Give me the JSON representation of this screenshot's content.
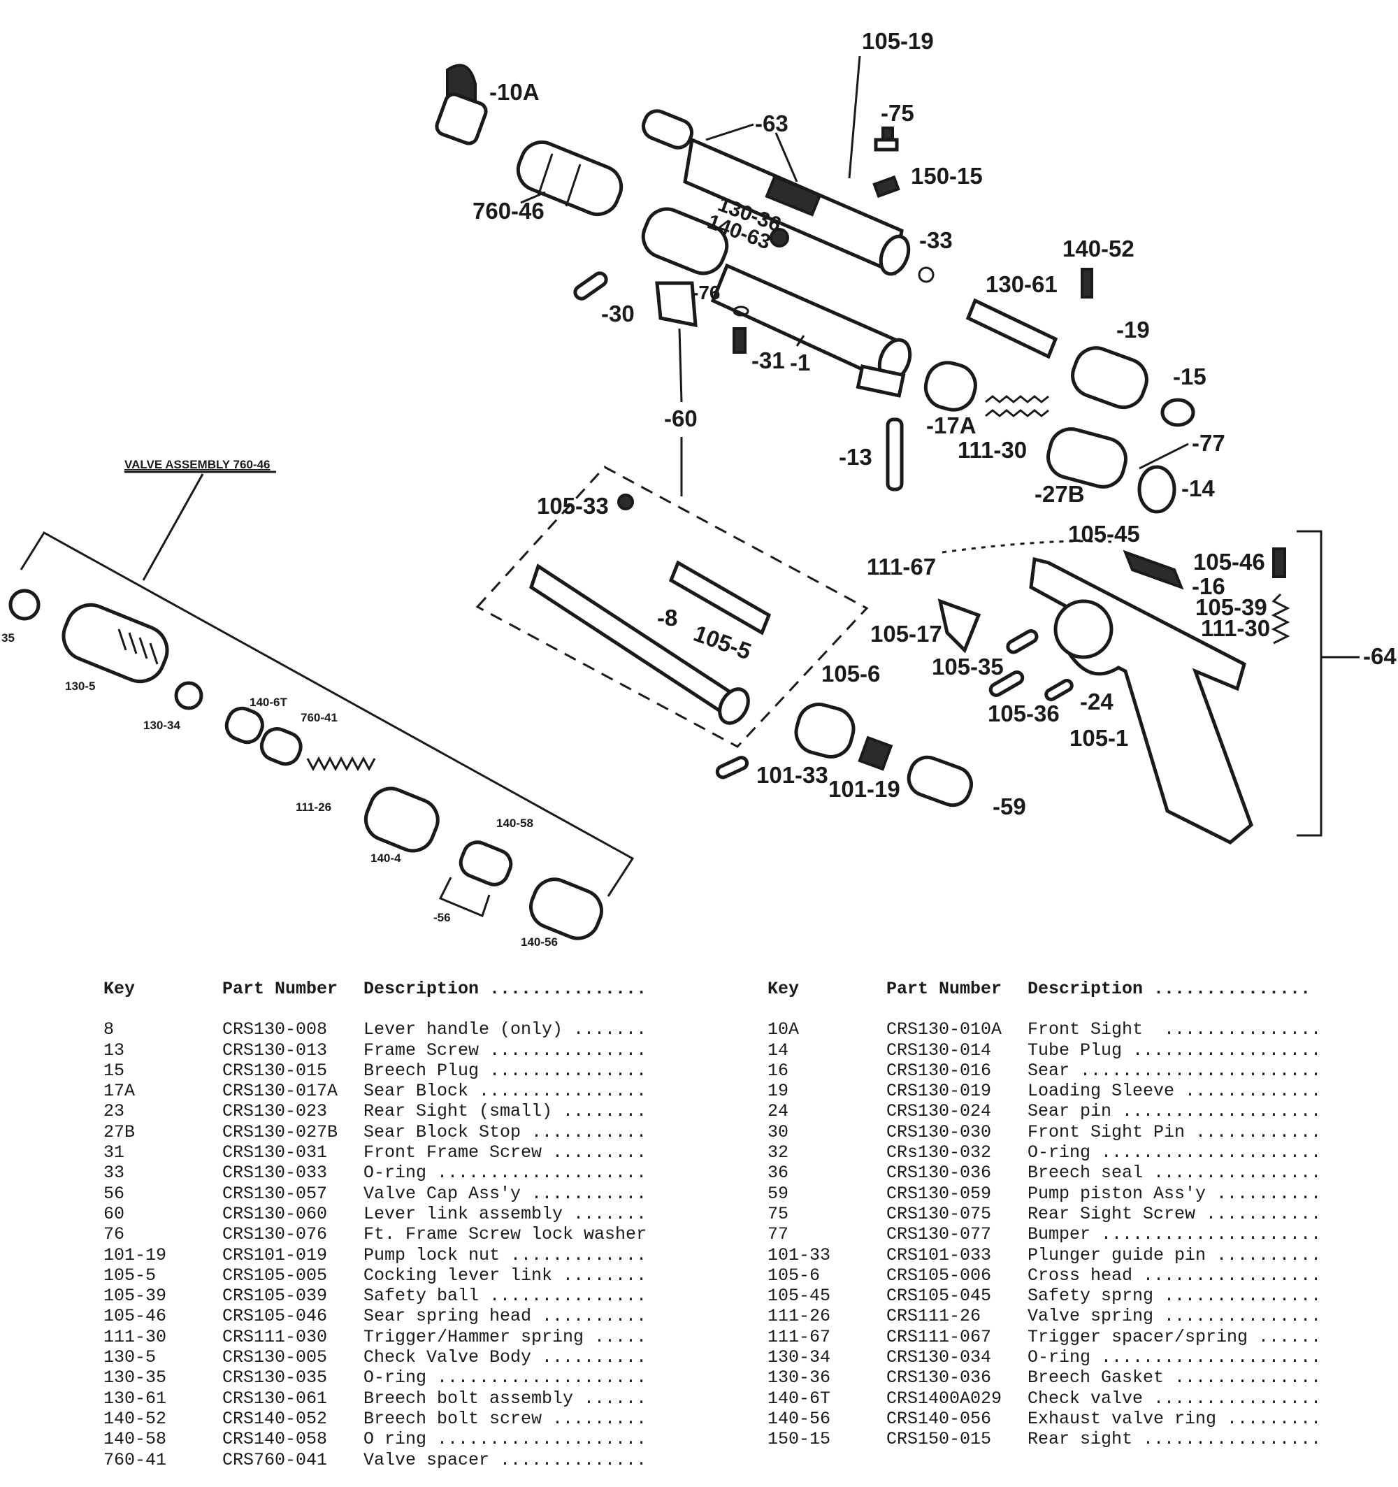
{
  "diagram": {
    "valve_assembly_title": "VALVE ASSEMBLY 760-46",
    "callouts": {
      "c105_19": "105-19",
      "c10A": "-10A",
      "c63": "-63",
      "c75": "-75",
      "c150_15": "150-15",
      "c760_46": "760-46",
      "c130_36": "130-36",
      "c140_63": "140-63",
      "c33": "-33",
      "c140_52": "140-52",
      "c130_61": "130-61",
      "c76": "-76",
      "c30": "-30",
      "c31": "-31",
      "c1": "-1",
      "c19": "-19",
      "c15": "-15",
      "c60": "-60",
      "c17A": "-17A",
      "c111_30a": "111-30",
      "c77": "-77",
      "c13": "-13",
      "c27B": "-27B",
      "c14": "-14",
      "c105_33": "105-33",
      "c105_45": "105-45",
      "c105_46": "105-46",
      "c111_67": "111-67",
      "c16": "-16",
      "c105_39": "105-39",
      "c8": "-8",
      "c105_5": "105-5",
      "c105_17": "105-17",
      "c111_30b": "111-30",
      "c64": "-64",
      "c105_35": "105-35",
      "c105_6": "105-6",
      "c105_36": "105-36",
      "c24": "-24",
      "c105_1": "105-1",
      "c101_33": "101-33",
      "c101_19": "101-19",
      "c59": "-59",
      "c35": "35",
      "c130_5": "130-5",
      "c130_34": "130-34",
      "c140_6T": "140-6T",
      "c760_41": "760-41",
      "c111_26": "111-26",
      "c140_4": "140-4",
      "c140_58": "140-58",
      "c56": "-56",
      "c140_56": "140-56"
    }
  },
  "parts_table": {
    "headers": {
      "key": "Key",
      "part_number": "Part Number",
      "description": "Description ..............."
    },
    "headers_right": {
      "key": "Key",
      "part_number": "Part Number",
      "description": "Description ..............."
    },
    "left": [
      {
        "key": "8",
        "part_number": "CRS130-008",
        "description": "Lever handle (only) ......."
      },
      {
        "key": "13",
        "part_number": "CRS130-013",
        "description": "Frame Screw ..............."
      },
      {
        "key": "15",
        "part_number": "CRS130-015",
        "description": "Breech Plug ..............."
      },
      {
        "key": "17A",
        "part_number": "CRS130-017A",
        "description": "Sear Block ................"
      },
      {
        "key": "23",
        "part_number": "CRS130-023",
        "description": "Rear Sight (small) ........"
      },
      {
        "key": "27B",
        "part_number": "CRS130-027B",
        "description": "Sear Block Stop ..........."
      },
      {
        "key": "31",
        "part_number": "CRS130-031",
        "description": "Front Frame Screw ........."
      },
      {
        "key": "33",
        "part_number": "CRS130-033",
        "description": "O-ring ...................."
      },
      {
        "key": "56",
        "part_number": "CRS130-057",
        "description": "Valve Cap Ass'y ..........."
      },
      {
        "key": "60",
        "part_number": "CRS130-060",
        "description": "Lever link assembly ......."
      },
      {
        "key": "76",
        "part_number": "CRS130-076",
        "description": "Ft. Frame Screw lock washer"
      },
      {
        "key": "101-19",
        "part_number": "CRS101-019",
        "description": "Pump lock nut ............."
      },
      {
        "key": "105-5",
        "part_number": "CRS105-005",
        "description": "Cocking lever link ........"
      },
      {
        "key": "105-39",
        "part_number": "CRS105-039",
        "description": "Safety ball ..............."
      },
      {
        "key": "105-46",
        "part_number": "CRS105-046",
        "description": "Sear spring head .........."
      },
      {
        "key": "111-30",
        "part_number": "CRS111-030",
        "description": "Trigger/Hammer spring ....."
      },
      {
        "key": "130-5",
        "part_number": "CRS130-005",
        "description": "Check Valve Body .........."
      },
      {
        "key": "130-35",
        "part_number": "CRS130-035",
        "description": "O-ring ...................."
      },
      {
        "key": "130-61",
        "part_number": "CRS130-061",
        "description": "Breech bolt assembly ......"
      },
      {
        "key": "140-52",
        "part_number": "CRS140-052",
        "description": "Breech bolt screw ........."
      },
      {
        "key": "140-58",
        "part_number": "CRS140-058",
        "description": "O ring ...................."
      },
      {
        "key": "760-41",
        "part_number": "CRS760-041",
        "description": "Valve spacer .............."
      }
    ],
    "right": [
      {
        "key": "10A",
        "part_number": "CRS130-010A",
        "description": "Front Sight  ..............."
      },
      {
        "key": "14",
        "part_number": "CRS130-014",
        "description": "Tube Plug .................."
      },
      {
        "key": "16",
        "part_number": "CRS130-016",
        "description": "Sear ......................."
      },
      {
        "key": "19",
        "part_number": "CRS130-019",
        "description": "Loading Sleeve ............."
      },
      {
        "key": "24",
        "part_number": "CRS130-024",
        "description": "Sear pin ..................."
      },
      {
        "key": "30",
        "part_number": "CRS130-030",
        "description": "Front Sight Pin ............"
      },
      {
        "key": "32",
        "part_number": "CRs130-032",
        "description": "O-ring ....................."
      },
      {
        "key": "36",
        "part_number": "CRS130-036",
        "description": "Breech seal ................"
      },
      {
        "key": "59",
        "part_number": "CRS130-059",
        "description": "Pump piston Ass'y .........."
      },
      {
        "key": "75",
        "part_number": "CRS130-075",
        "description": "Rear Sight Screw ..........."
      },
      {
        "key": "77",
        "part_number": "CRS130-077",
        "description": "Bumper ....................."
      },
      {
        "key": "101-33",
        "part_number": "CRS101-033",
        "description": "Plunger guide pin .........."
      },
      {
        "key": "105-6",
        "part_number": "CRS105-006",
        "description": "Cross head ................."
      },
      {
        "key": "105-45",
        "part_number": "CRS105-045",
        "description": "Safety sprng ..............."
      },
      {
        "key": "111-26",
        "part_number": "CRS111-26",
        "description": "Valve spring ..............."
      },
      {
        "key": "111-67",
        "part_number": "CRS111-067",
        "description": "Trigger spacer/spring ......"
      },
      {
        "key": "130-34",
        "part_number": "CRS130-034",
        "description": "O-ring ....................."
      },
      {
        "key": "130-36",
        "part_number": "CRS130-036",
        "description": "Breech Gasket .............."
      },
      {
        "key": "140-6T",
        "part_number": "CRS1400A029",
        "description": "Check valve ................"
      },
      {
        "key": "140-56",
        "part_number": "CRS140-056",
        "description": "Exhaust valve ring ........."
      },
      {
        "key": "150-15",
        "part_number": "CRS150-015",
        "description": "Rear sight ................."
      }
    ]
  }
}
